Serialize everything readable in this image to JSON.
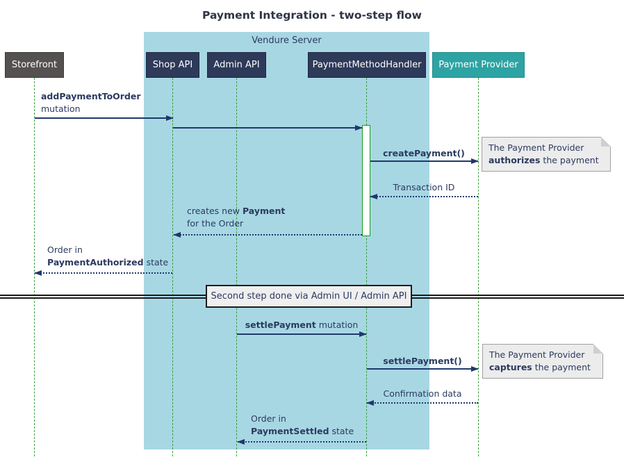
{
  "title": "Payment Integration - two-step flow",
  "frame": {
    "label": "Vendure Server"
  },
  "participants": [
    {
      "id": "storefront",
      "label": "Storefront"
    },
    {
      "id": "shop-api",
      "label": "Shop API"
    },
    {
      "id": "admin-api",
      "label": "Admin API"
    },
    {
      "id": "payment-method-handler",
      "label": "PaymentMethodHandler"
    },
    {
      "id": "payment-provider",
      "label": "Payment Provider"
    }
  ],
  "messages": [
    {
      "from": "Storefront",
      "to": "Shop API",
      "style": "solid",
      "line1_bold": "addPaymentToOrder",
      "line2": "mutation"
    },
    {
      "from": "Shop API",
      "to": "PaymentMethodHandler",
      "style": "solid"
    },
    {
      "from": "PaymentMethodHandler",
      "to": "Payment Provider",
      "style": "solid",
      "line1_bold": "createPayment()"
    },
    {
      "from": "Payment Provider",
      "to": "PaymentMethodHandler",
      "style": "dotted",
      "line1": "Transaction ID"
    },
    {
      "from": "PaymentMethodHandler",
      "to": "Shop API",
      "style": "dotted",
      "line1": "creates new ",
      "line1_bold": "Payment",
      "line2": "for the Order"
    },
    {
      "from": "Shop API",
      "to": "Storefront",
      "style": "dotted",
      "line1": "Order in",
      "line2_bold": "PaymentAuthorized",
      "line2_rest": " state"
    },
    {
      "from": "Admin API",
      "to": "PaymentMethodHandler",
      "style": "solid",
      "line1_bold": "settlePayment",
      "line1_rest": " mutation"
    },
    {
      "from": "PaymentMethodHandler",
      "to": "Payment Provider",
      "style": "solid",
      "line1_bold": "settlePayment()"
    },
    {
      "from": "Payment Provider",
      "to": "PaymentMethodHandler",
      "style": "dotted",
      "line1": "Confirmation data"
    },
    {
      "from": "PaymentMethodHandler",
      "to": "Admin API",
      "style": "dotted",
      "line1": "Order in",
      "line2_bold": "PaymentSettled",
      "line2_rest": " state"
    }
  ],
  "notes": [
    {
      "line1": "The Payment Provider",
      "line2_bold": "authorizes",
      "line2_rest": " the payment"
    },
    {
      "line1": "The Payment Provider",
      "line2_bold": "captures",
      "line2_rest": " the payment"
    }
  ],
  "divider": {
    "label": "Second step done via Admin UI / Admin API"
  },
  "colors": {
    "frame_bg": "#a8d7e4",
    "participant_bg": "#2e3a59",
    "provider_bg": "#2ea3a3",
    "storefront_bg": "#555150",
    "lifeline_green": "#38a038",
    "activation_border": "#12a012",
    "arrow_navy": "#1f386b",
    "text_navy": "#2c3a60",
    "note_bg": "#ececec",
    "note_border": "#a0a0a0",
    "divider_bg": "#efefef",
    "divider_line": "#1a1a1a"
  }
}
